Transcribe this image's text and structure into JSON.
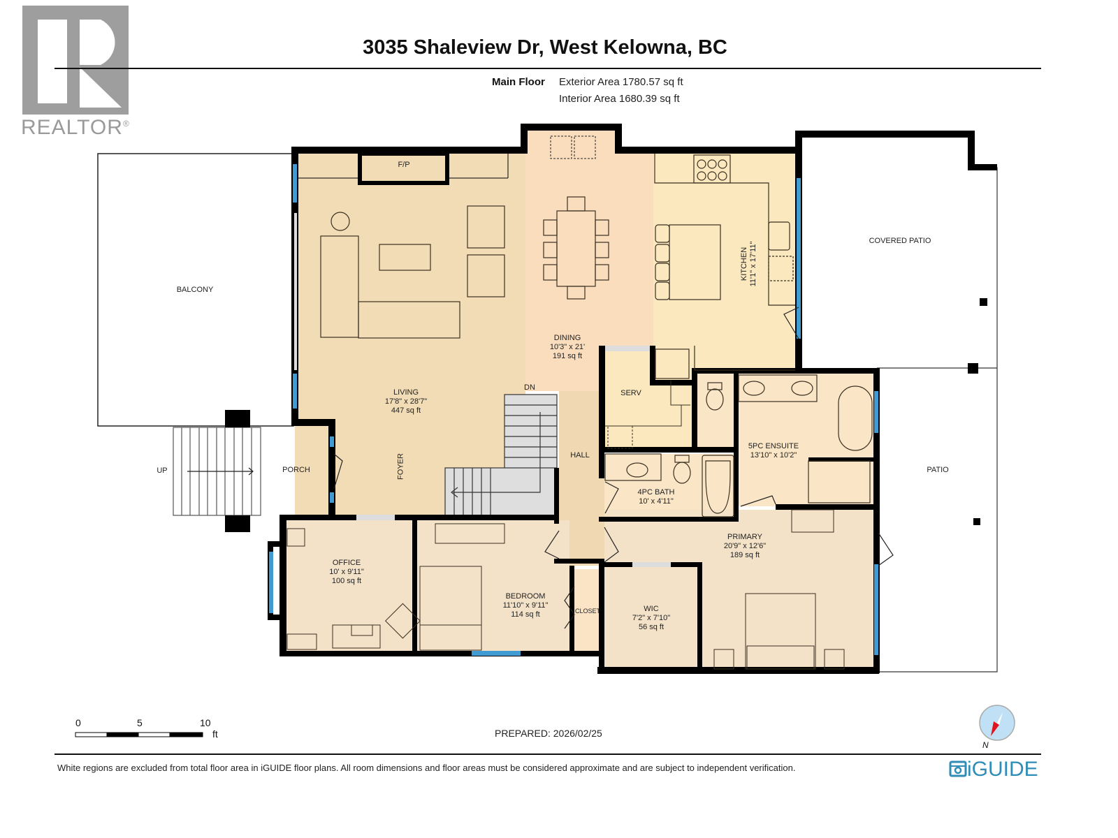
{
  "header": {
    "logo_text": "REALTOR",
    "logo_mark": "®",
    "title": "3035 Shaleview Dr, West Kelowna, BC",
    "floor_label": "Main Floor",
    "exterior_area": "Exterior Area 1780.57 sq ft",
    "interior_area": "Interior Area 1680.39 sq ft"
  },
  "colors": {
    "wall": "#000000",
    "living": "#f2dcb5",
    "dining": "#f9ddbd",
    "kitchen": "#fbe8be",
    "bedroom": "#f3e2c8",
    "bath": "#fae6c6",
    "hall": "#efd8b2",
    "stairs": "#dedede",
    "window": "#3f9bd2",
    "iguide": "#2f8db7",
    "compass_fill": "#bfe0f5",
    "compass_needle": "#e0141d"
  },
  "rooms": {
    "balcony": {
      "name": "BALCONY"
    },
    "living": {
      "name": "LIVING",
      "dims": "17'8\" x 28'7\"",
      "area": "447 sq ft"
    },
    "fireplace": {
      "name": "F/P"
    },
    "dining": {
      "name": "DINING",
      "dims": "10'3\" x 21'",
      "area": "191 sq ft"
    },
    "kitchen": {
      "name": "KITCHEN",
      "dims": "11'1\" x 17'11\""
    },
    "covered_patio": {
      "name": "COVERED PATIO"
    },
    "serv": {
      "name": "SERV"
    },
    "ensuite": {
      "name": "5PC ENSUITE",
      "dims": "13'10\" x 10'2\""
    },
    "patio": {
      "name": "PATIO"
    },
    "hall": {
      "name": "HALL"
    },
    "foyer": {
      "name": "FOYER"
    },
    "porch": {
      "name": "PORCH"
    },
    "stairs_up": {
      "name": "UP"
    },
    "stairs_down": {
      "name": "DN"
    },
    "bath4": {
      "name": "4PC BATH",
      "dims": "10' x 4'11\""
    },
    "office": {
      "name": "OFFICE",
      "dims": "10' x 9'11\"",
      "area": "100 sq ft"
    },
    "bedroom": {
      "name": "BEDROOM",
      "dims": "11'10\" x 9'11\"",
      "area": "114 sq ft"
    },
    "closet": {
      "name": "CLOSET"
    },
    "wic": {
      "name": "WIC",
      "dims": "7'2\" x 7'10\"",
      "area": "56 sq ft"
    },
    "primary": {
      "name": "PRIMARY",
      "dims": "20'9\" x 12'6\"",
      "area": "189 sq ft"
    }
  },
  "footer": {
    "scale": {
      "ticks": [
        "0",
        "5",
        "10"
      ],
      "unit": "ft"
    },
    "prepared": "PREPARED: 2026/02/25",
    "compass_label": "N",
    "disclaimer": "White regions are excluded from total floor area in iGUIDE floor plans. All room dimensions and floor areas must be considered approximate and are subject to independent verification.",
    "brand": "iGUIDE"
  }
}
